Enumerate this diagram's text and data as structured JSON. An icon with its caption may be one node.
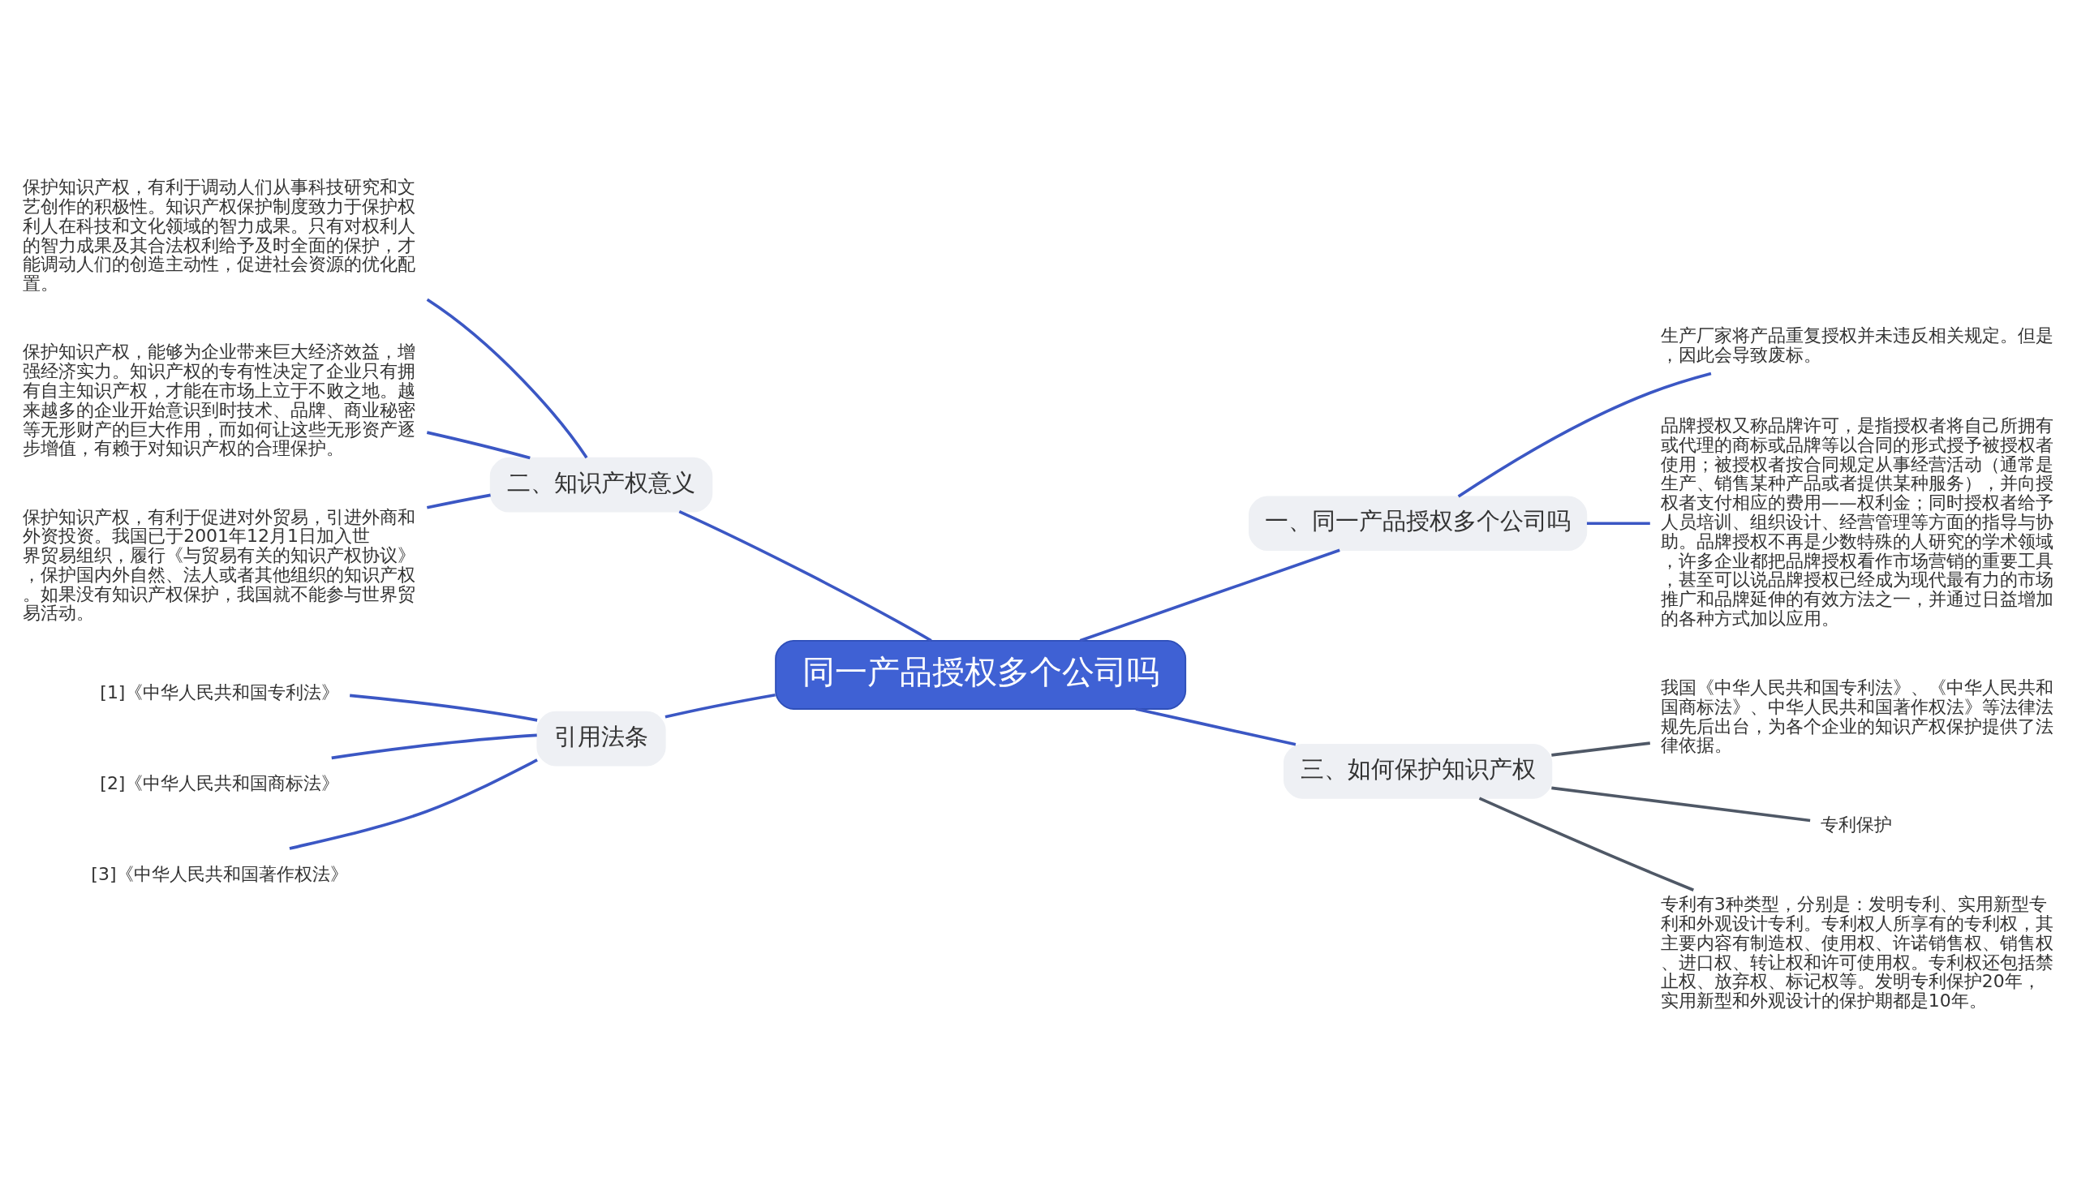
{
  "diagram": {
    "nodes": [
      {
        "text": [
          "同一产品授权多个公司吗"
        ]
      },
      {
        "text": [
          "一、同一产品授权多个公司吗"
        ]
      },
      {
        "text": [
          "生产厂家将产品重复授权并未违反相关规定。但是，因此会导致废标。"
        ]
      },
      {
        "text": [
          "品牌授权又称品牌许可，是指授权者将自己所拥有或代理的商标或品牌等以合同的形式授予被授权者使用；被授权者按合同规定从事经营活动（通常是生产、销售某种产品或者提供某种服务），并向授权者支付相应的费用——权利金；同时授权者给予人员培训、组织设计、经营管理等方面的指导与协助。品牌授权不再是少数特殊的人研究的学术领域，许多企业都把品牌授权看作市场营销的重要工具，甚至可以说品牌授权已经成为现代最有力的市场推广和品牌延伸的有效方法之一，并通过日益增加的各种方式加以应用。"
        ]
      },
      {
        "text": [
          "三、如何保护知识产权"
        ]
      },
      {
        "text": [
          "我国《中华人民共和国专利法》、《中华人民共和国商标法》、中华人民共和国著作权法》等法律法规先后出台，为各个企业的知识产权保护提供了法律依据。"
        ]
      },
      {
        "text": [
          "专利保护"
        ]
      },
      {
        "text": [
          "专利有3种类型，分别是：发明专利、实用新型专利和外观设计专利。专利权人所享有的专利权，其主要内容有制造权、使用权、许诺销售权、销售权、进口权、转让权和许可使用权。专利权还包括禁止权、放弃权、标记权等。发明专利保护20年，实用新型和外观设计的保护期都是10年。"
        ]
      },
      {
        "text": [
          "二、知识产权意义"
        ]
      },
      {
        "text": [
          "保护知识产权，有利于调动人们从事科技研究和文艺创作的积极性。知识产权保护制度致力于保护权利人在科技和文化领域的智力成果。只有对权利人的智力成果及其合法权利给予及时全面的保护，才能调动人们的创造主动性，促进社会资源的优化配置。"
        ]
      },
      {
        "text": [
          "保护知识产权，能够为企业带来巨大经济效益，增强经济实力。知识产权的专有性决定了企业只有拥有自主知识产权，才能在市场上立于不败之地。越来越多的企业开始意识到时技术、品牌、商业秘密等无形财产的巨大作用，而如何让这些无形资产逐步增值，有赖于对知识产权的合理保护。"
        ]
      },
      {
        "text": [
          "保护知识产权，有利于促进对外贸易，引进外商和外资投资。我国已于2001年12月1日加入世界贸易组织，履行《与贸易有关的知识产权协议》，保护国内外自然、法人或者其他组织的知识产权。如果没有知识产权保护，我国就不能参与世界贸易活动。"
        ]
      },
      {
        "text": [
          "引用法条"
        ]
      },
      {
        "text": [
          "[1]《中华人民共和国专利法》"
        ]
      },
      {
        "text": [
          "[2]《中华人民共和国商标法》"
        ]
      },
      {
        "text": [
          "[3]《中华人民共和国著作权法》"
        ]
      }
    ],
    "edges": [
      {
        "from": 0,
        "to": 1,
        "arrow": "none"
      },
      {
        "from": 1,
        "to": 2,
        "arrow": "none"
      },
      {
        "from": 1,
        "to": 3,
        "arrow": "none"
      },
      {
        "from": 0,
        "to": 4,
        "arrow": "none"
      },
      {
        "from": 4,
        "to": 5,
        "arrow": "none",
        "color": "#4f5866"
      },
      {
        "from": 4,
        "to": 6,
        "arrow": "none",
        "color": "#4f5866"
      },
      {
        "from": 4,
        "to": 7,
        "arrow": "none",
        "color": "#4f5866"
      },
      {
        "from": 0,
        "to": 8,
        "arrow": "none"
      },
      {
        "from": 8,
        "to": 9,
        "arrow": "none"
      },
      {
        "from": 8,
        "to": 10,
        "arrow": "none"
      },
      {
        "from": 8,
        "to": 11,
        "arrow": "none"
      },
      {
        "from": 0,
        "to": 12,
        "arrow": "none"
      },
      {
        "from": 12,
        "to": 13,
        "arrow": "none"
      },
      {
        "from": 12,
        "to": 14,
        "arrow": "none"
      },
      {
        "from": 12,
        "to": 15,
        "arrow": "none"
      }
    ]
  }
}
